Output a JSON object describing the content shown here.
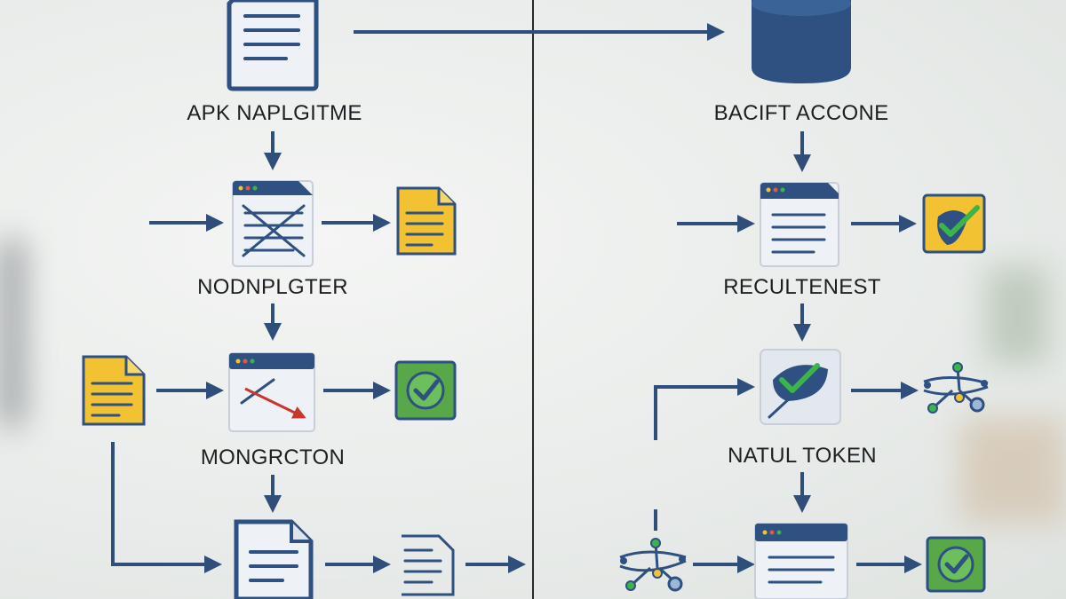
{
  "labels": {
    "left_top": "APK NAPLGITME",
    "left_mid": "NODNPLGTER",
    "left_low": "MONGRCTON",
    "right_top": "BACIFT ACCONE",
    "right_mid": "RECULTENEST",
    "right_low": "NATUL TOKEN"
  },
  "colors": {
    "arrow": "#2f4f7a",
    "navy": "#2e5182",
    "doc_fill": "#eef1f6",
    "yellow": "#f2c232",
    "green": "#58a84a",
    "check_green": "#39b54a",
    "divider": "#2a2a2a",
    "red": "#c9372c"
  },
  "icons": [
    "document-icon",
    "window-crossed-icon",
    "yellow-document-icon",
    "window-arrow-icon",
    "green-check-icon",
    "database-icon",
    "window-list-icon",
    "yellow-check-icon",
    "leaf-check-icon",
    "network-nodes-icon"
  ]
}
